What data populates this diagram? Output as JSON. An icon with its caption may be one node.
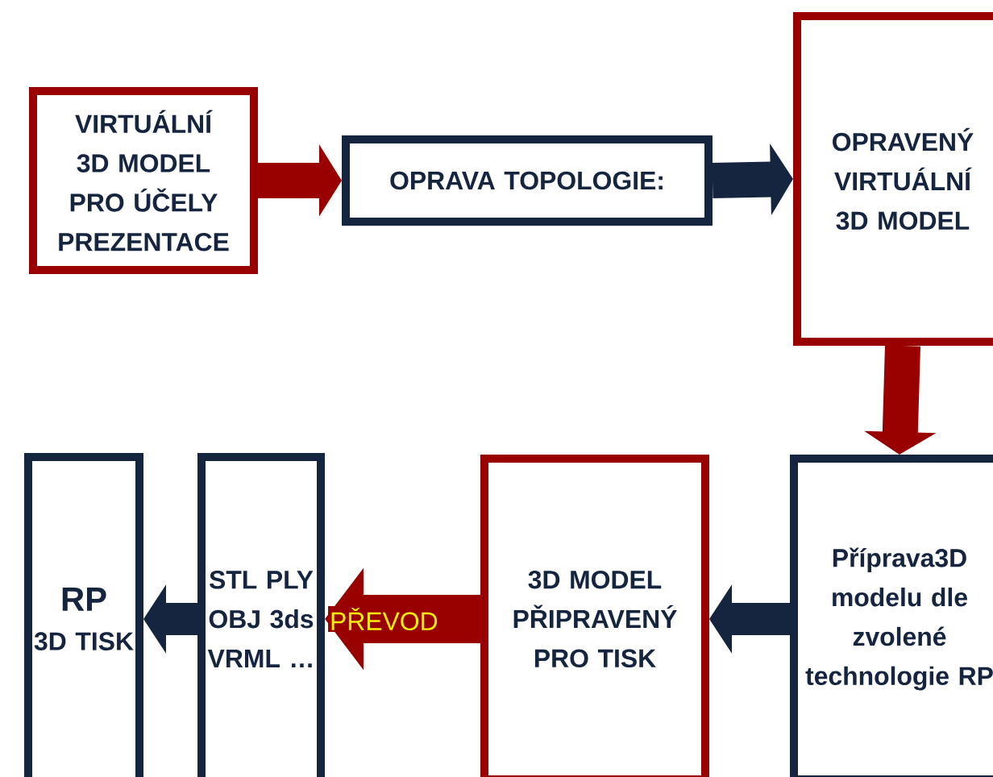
{
  "diagram": {
    "nodes": [
      {
        "text": [
          "VIRTUÁLNÍ 3D MODEL PRO ÚČELY PREZENTACE"
        ]
      },
      {
        "text": [
          "OPRAVA TOPOLOGIE:"
        ]
      },
      {
        "text": [
          "OPRAVENÝ VIRTUÁLNÍ 3D MODEL"
        ]
      },
      {
        "text": [
          "Příprava3D modelu dle zvolené technologie RP"
        ]
      },
      {
        "text": [
          "3D MODEL PŘIPRAVENÝ PRO TISK"
        ]
      },
      {
        "text": [
          "STL PLY OBJ 3ds VRML …"
        ]
      },
      {
        "text": [
          "RP",
          "3D TISK"
        ]
      }
    ],
    "edges": [
      {
        "from": 0,
        "to": 1,
        "arrow": "to",
        "color": "#990000"
      },
      {
        "from": 1,
        "to": 2,
        "arrow": "to",
        "color": "#15243f"
      },
      {
        "from": 2,
        "to": 3,
        "arrow": "to",
        "color": "#990000"
      },
      {
        "from": 3,
        "to": 4,
        "arrow": "to",
        "color": "#15243f"
      },
      {
        "from": 4,
        "to": 5,
        "arrow": "to",
        "color": "#990000",
        "label": "PŘEVOD"
      },
      {
        "from": 5,
        "to": 6,
        "arrow": "to",
        "color": "#15243f"
      }
    ]
  }
}
